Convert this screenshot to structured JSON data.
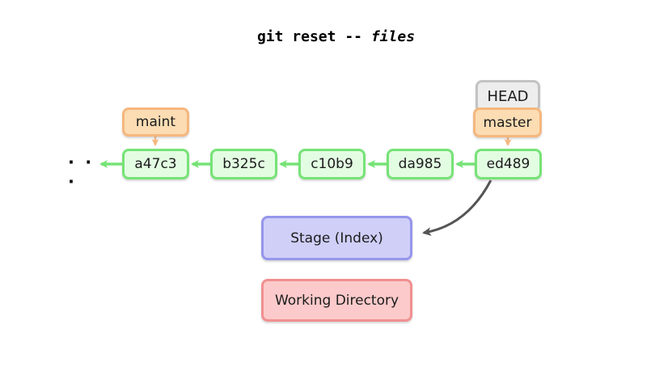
{
  "title": {
    "command": "git reset -- ",
    "argument": "files"
  },
  "history": {
    "ellipsis": "· · ·",
    "commits": [
      {
        "id": "a47c3"
      },
      {
        "id": "b325c"
      },
      {
        "id": "c10b9"
      },
      {
        "id": "da985"
      },
      {
        "id": "ed489"
      }
    ]
  },
  "refs": {
    "maint": {
      "label": "maint"
    },
    "head": {
      "label": "HEAD"
    },
    "master": {
      "label": "master"
    }
  },
  "areas": {
    "stage": {
      "label": "Stage (Index)"
    },
    "working_directory": {
      "label": "Working Directory"
    }
  },
  "colors": {
    "commit_border": "#76e376",
    "commit_fill": "#e3fde3",
    "branch_border": "#f5b77e",
    "branch_fill": "#fbdcb3",
    "head_border": "#c3c3c3",
    "head_fill": "#ededed",
    "stage_border": "#9696ec",
    "stage_fill": "#cfcff8",
    "working_border": "#f19090",
    "working_fill": "#fccaca",
    "reset_arrow": "#555555"
  }
}
